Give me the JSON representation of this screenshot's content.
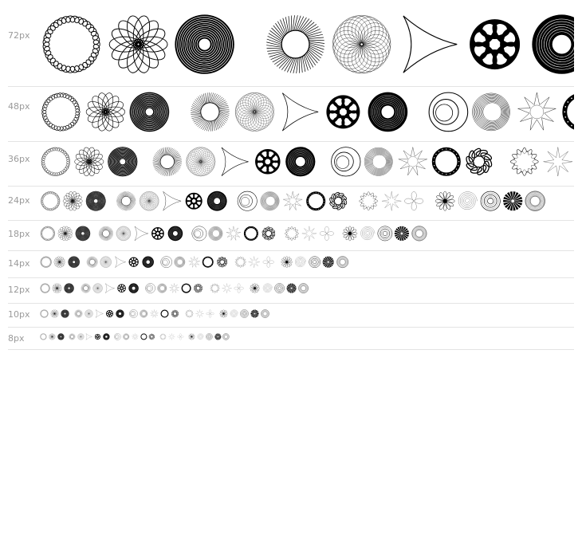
{
  "preview": {
    "rows": [
      {
        "label": "72px",
        "size": 72
      },
      {
        "label": "48px",
        "size": 48
      },
      {
        "label": "36px",
        "size": 36
      },
      {
        "label": "24px",
        "size": 24
      },
      {
        "label": "18px",
        "size": 18
      },
      {
        "label": "14px",
        "size": 14
      },
      {
        "label": "12px",
        "size": 12
      },
      {
        "label": "10px",
        "size": 10
      },
      {
        "label": "8px",
        "size": 8
      }
    ],
    "glyph_sequence": [
      "spiral-loop-ring-icon",
      "petal-rosette-icon",
      "dense-disc-icon",
      "space",
      "spiked-sunburst-icon",
      "fine-lace-ring-icon",
      "trefoil-curve-icon",
      "bold-knot-ring-icon",
      "black-target-disc-icon",
      "space",
      "double-ring-icon",
      "hatched-ring-icon",
      "pointed-star-icon",
      "beaded-ring-icon",
      "woven-ring-icon",
      "space",
      "scalloped-ring-icon",
      "thin-star-icon",
      "four-leaf-icon",
      "space",
      "flower-mandala-icon",
      "spiral-swirl-icon",
      "concentric-ring-icon",
      "fan-flower-icon",
      "circle-orbit-icon"
    ],
    "colors": {
      "ink": "#000000",
      "label": "#9a9a9a",
      "rule": "#e4e4e4",
      "background": "#ffffff"
    }
  }
}
